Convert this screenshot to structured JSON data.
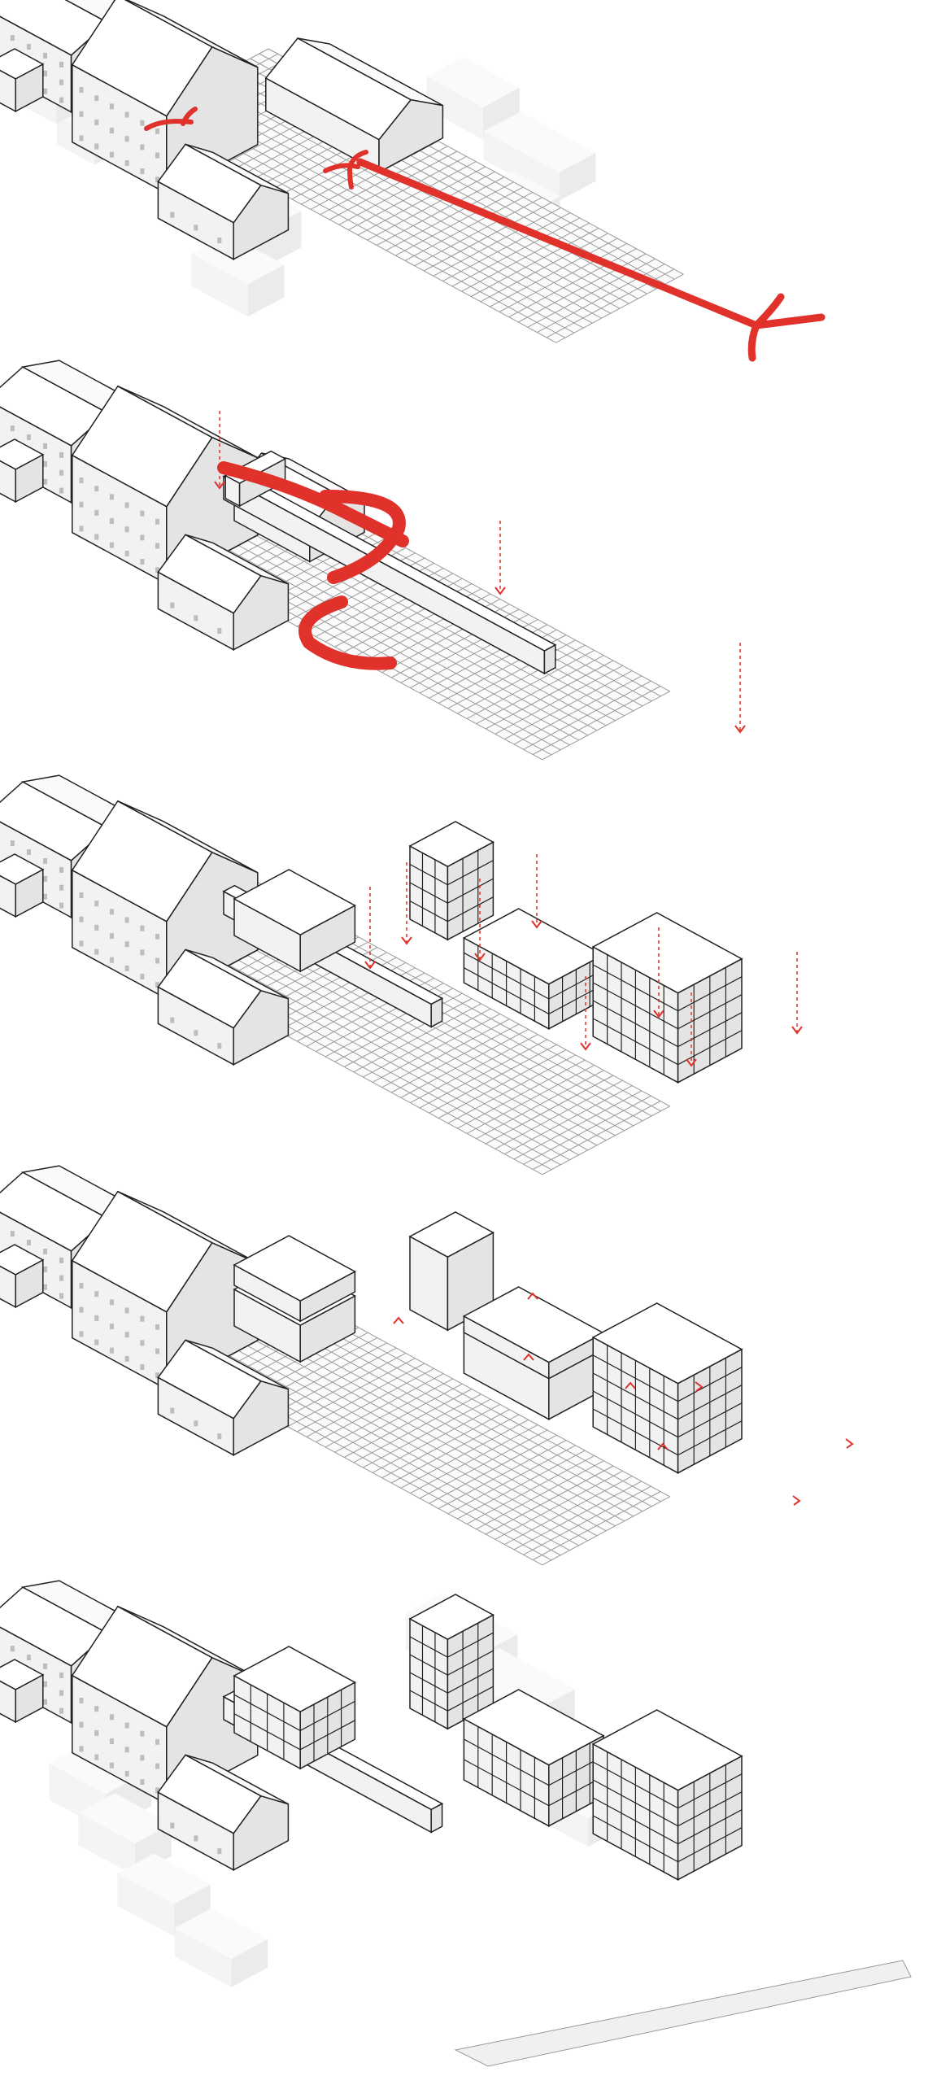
{
  "figure": {
    "panel_count": 5,
    "panels": [
      {
        "id": "panel-1",
        "stage": "existing-site",
        "arrow_color": "#e0312b"
      },
      {
        "id": "panel-2",
        "stage": "connecting-wall",
        "arrow_color": "#e0312b"
      },
      {
        "id": "panel-3",
        "stage": "volumes-inserted",
        "arrow_color": "#e0312b"
      },
      {
        "id": "panel-4",
        "stage": "volumes-extended",
        "arrow_color": "#e0312b"
      },
      {
        "id": "panel-5",
        "stage": "final-composition",
        "arrow_color": "#e0312b"
      }
    ]
  },
  "colors": {
    "accent": "#e0312b",
    "line": "#111111",
    "grid": "#9a9a9a",
    "context": "#f3f3f3"
  }
}
